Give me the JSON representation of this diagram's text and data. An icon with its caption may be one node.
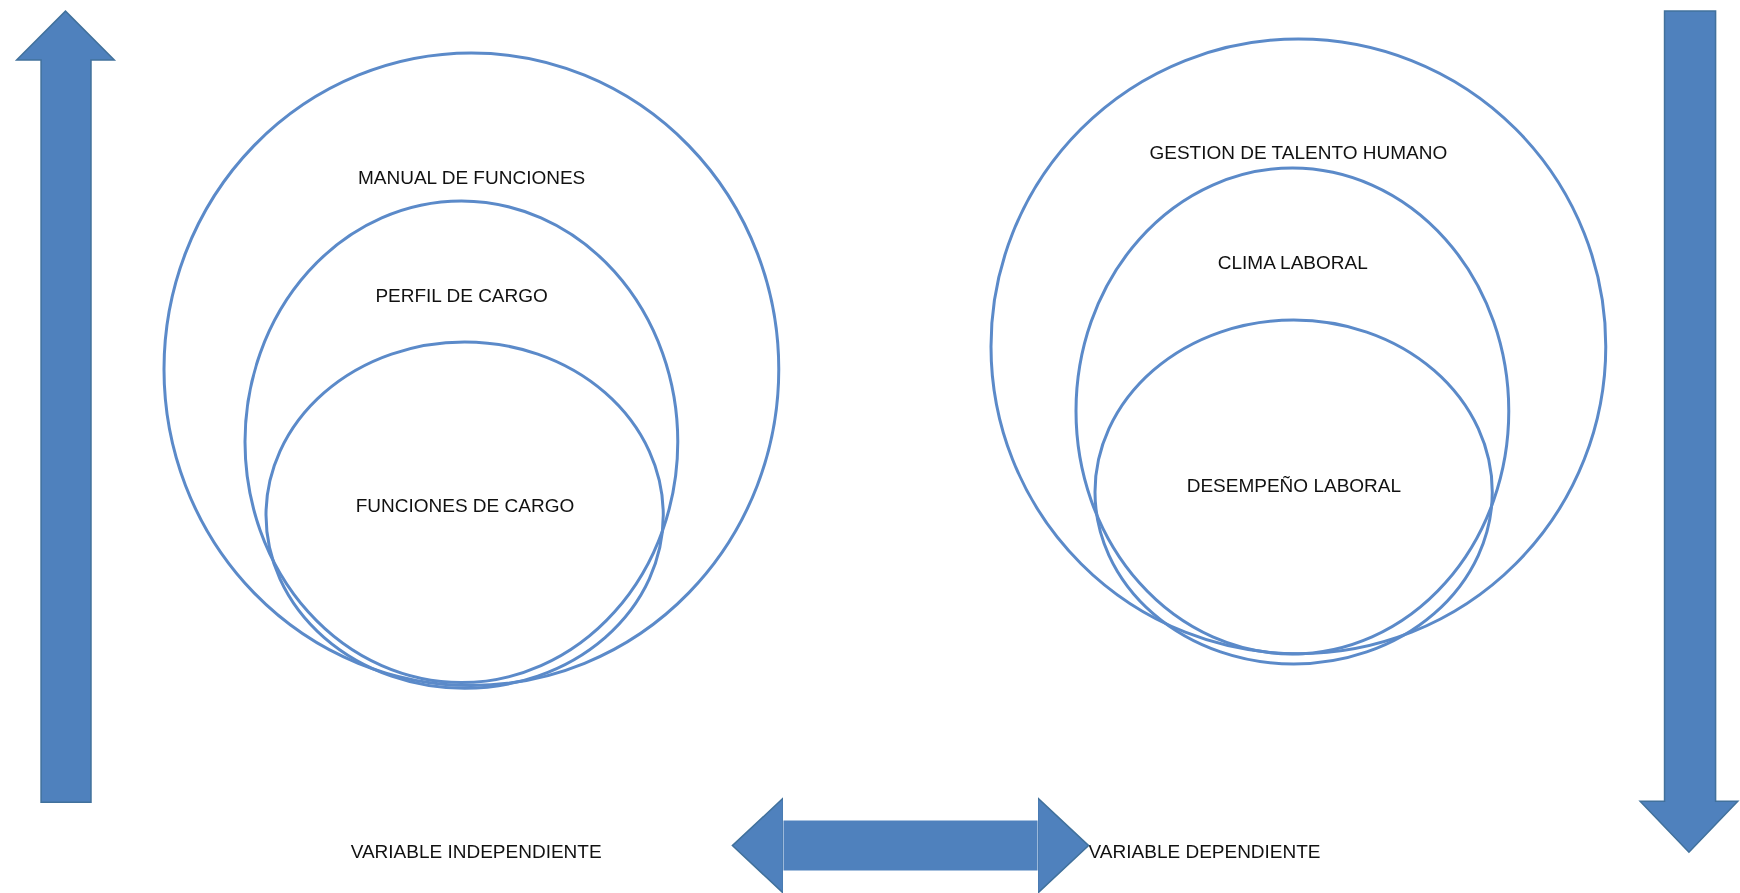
{
  "diagram": {
    "nodes": [
      {
        "text": [
          "MANUAL DE FUNCIONES"
        ]
      },
      {
        "text": [
          "PERFIL DE CARGO"
        ],
        "in": 0
      },
      {
        "text": [
          "FUNCIONES DE CARGO"
        ],
        "in": 1
      },
      {
        "text": [
          "GESTION DE TALENTO HUMANO"
        ]
      },
      {
        "text": [
          "CLIMA LABORAL"
        ],
        "in": 3
      },
      {
        "text": [
          "DESEMPEÑO LABORAL"
        ],
        "in": 4
      },
      {
        "text": [
          "VARIABLE INDEPENDIENTE"
        ]
      },
      {
        "text": [
          "VARIABLE DEPENDIENTE"
        ]
      }
    ],
    "edges": [
      {
        "from": 6,
        "to": 7,
        "arrow": "both"
      }
    ]
  }
}
